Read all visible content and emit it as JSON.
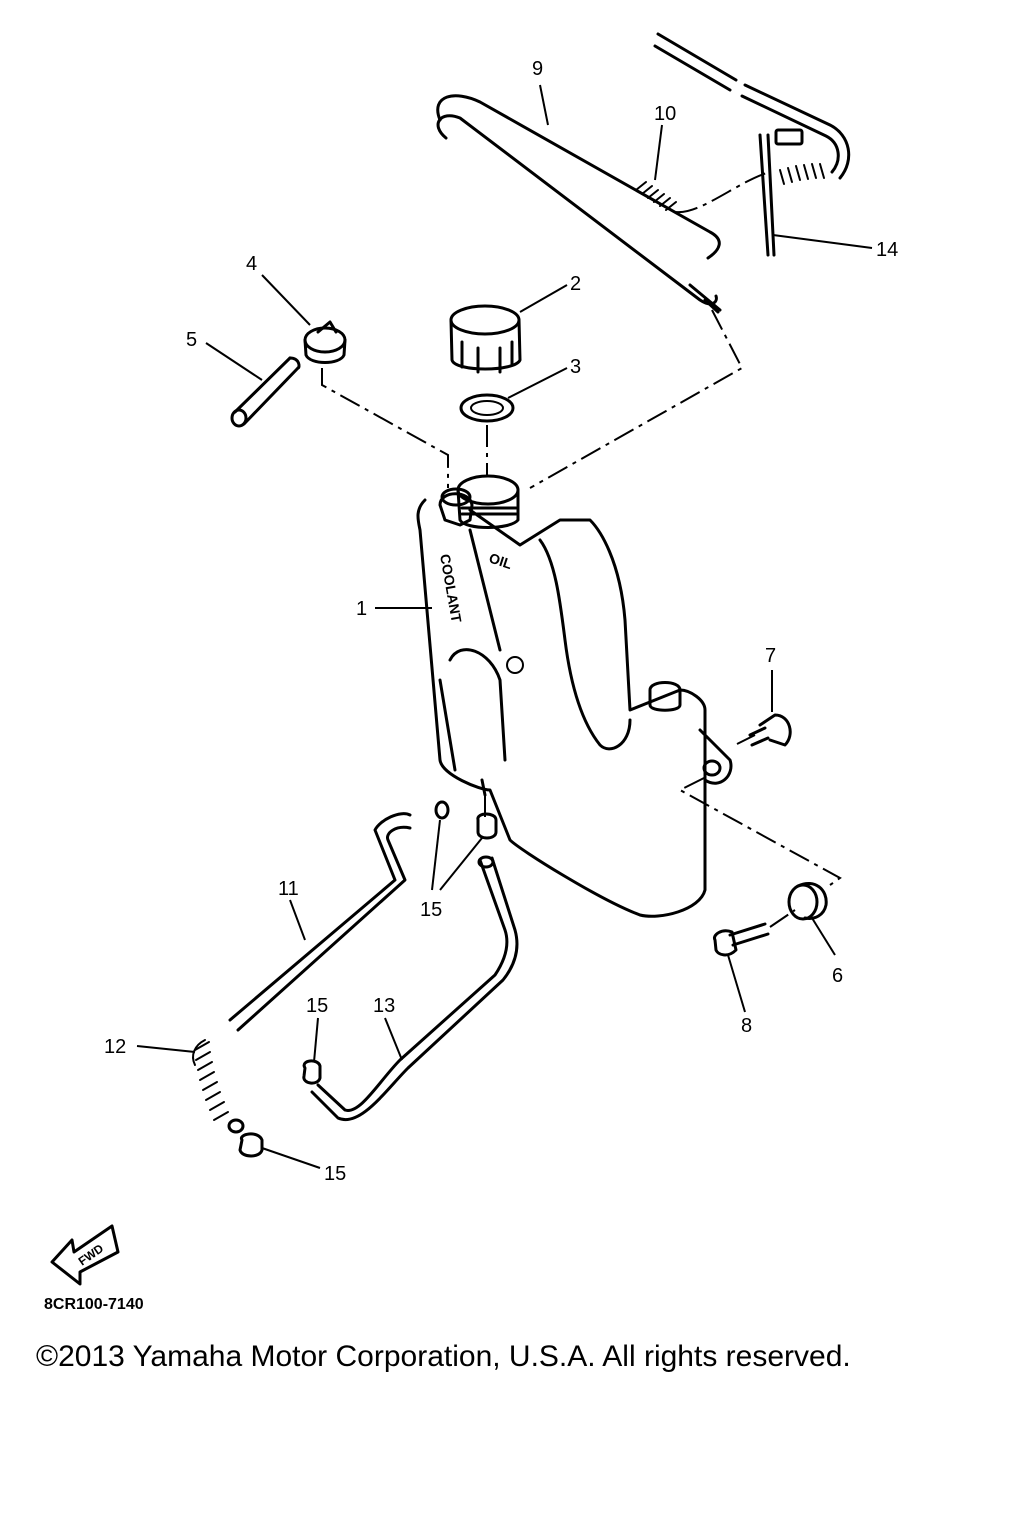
{
  "diagram": {
    "callouts": {
      "c1": "1",
      "c2": "2",
      "c3": "3",
      "c4": "4",
      "c5": "5",
      "c6": "6",
      "c7": "7",
      "c8": "8",
      "c9": "9",
      "c10": "10",
      "c11": "11",
      "c12": "12",
      "c13": "13",
      "c14": "14",
      "c15a": "15",
      "c15b": "15",
      "c15c": "15"
    },
    "tank_labels": {
      "oil": "OIL",
      "coolant": "COOLANT"
    },
    "fwd_label": "FWD"
  },
  "footer": {
    "drawing_code": "8CR100-7140",
    "copyright": "©2013 Yamaha Motor Corporation, U.S.A. All rights reserved."
  }
}
